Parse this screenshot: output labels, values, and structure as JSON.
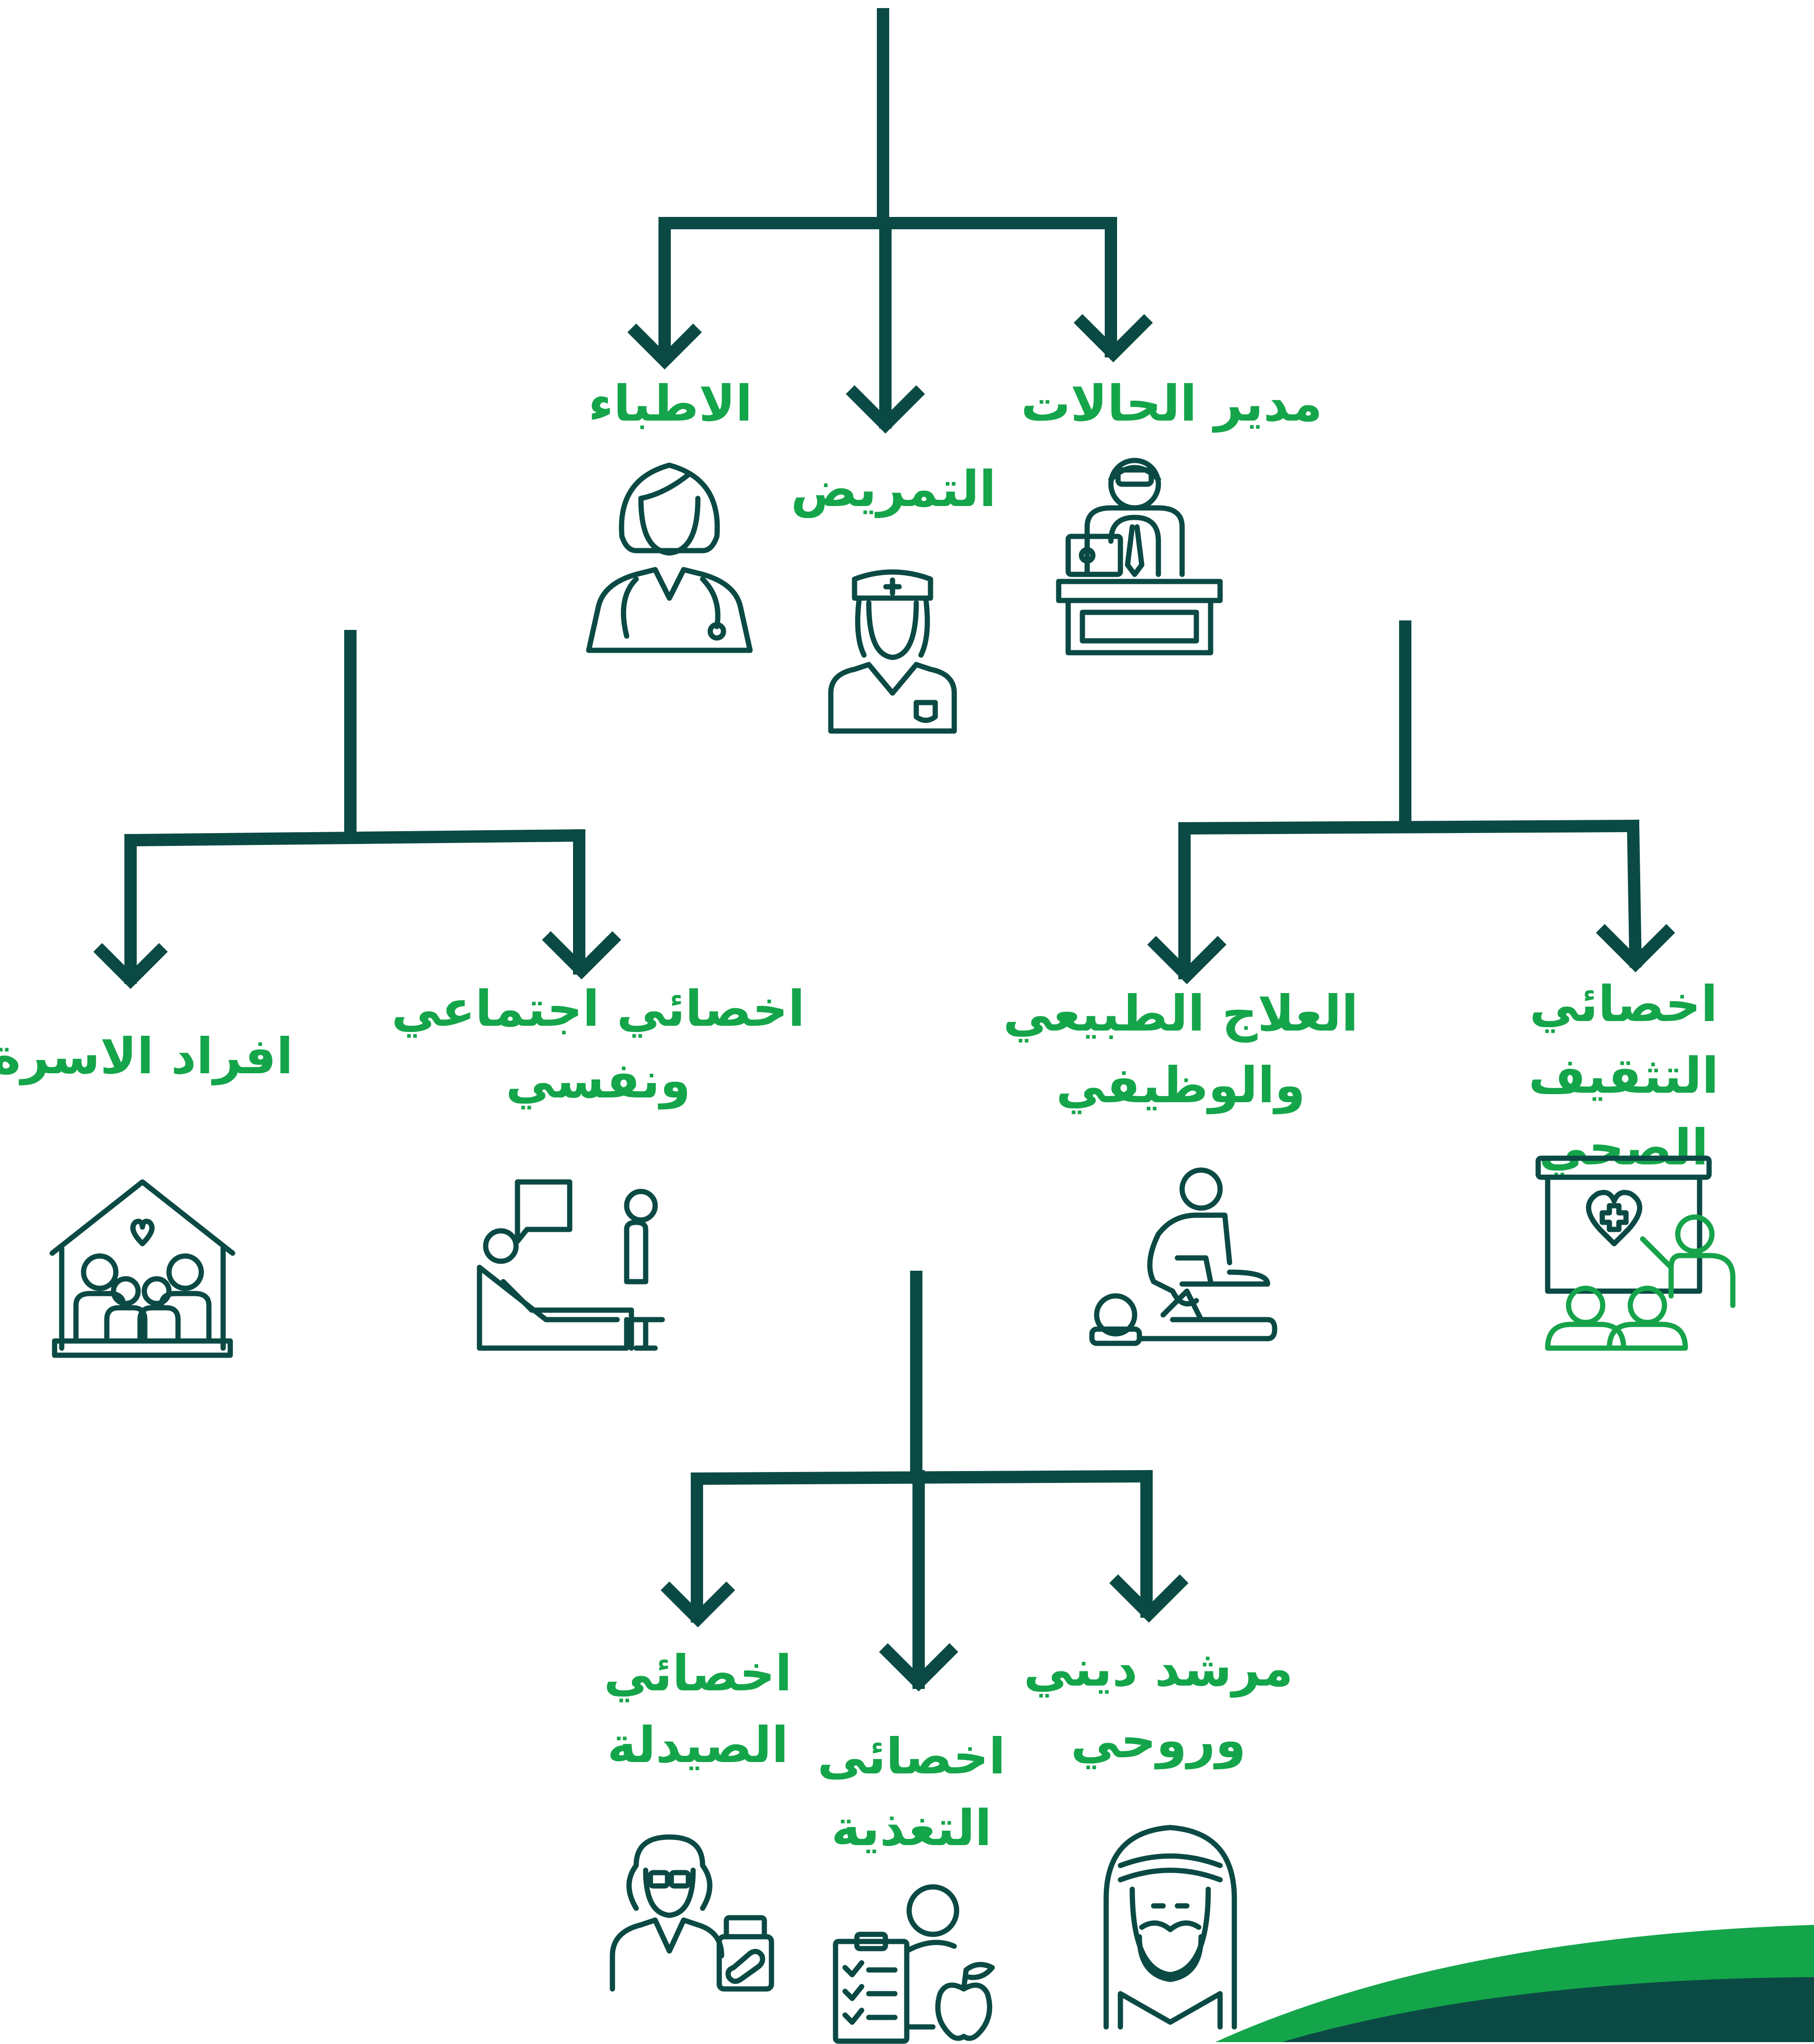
{
  "colors": {
    "connector": "#0b4a44",
    "label": "#14a54a",
    "icon_dark": "#0b4a44",
    "icon_green": "#16a34a",
    "wave_dark": "#0b4a44",
    "wave_green": "#14a54a"
  },
  "roles": {
    "case_manager": {
      "label": "مدير الحالات",
      "icon": "case-manager-icon"
    },
    "nursing": {
      "label": "التمريض",
      "icon": "nurse-icon"
    },
    "doctors": {
      "label": "الاطباء",
      "icon": "doctor-icon"
    },
    "health_educator": {
      "label": "اخصائي التثقيف\nالصحي",
      "icon": "health-education-icon"
    },
    "physiotherapy": {
      "label": "العلاج الطبيعي\nوالوظيفي",
      "icon": "physiotherapy-icon"
    },
    "social_psych": {
      "label": "اخصائي اجتماعي\nونفسي",
      "icon": "counseling-icon"
    },
    "family": {
      "label": "افراد الاسرة",
      "icon": "family-home-icon"
    },
    "religious": {
      "label": "مرشد ديني\nوروحي",
      "icon": "religious-guide-icon"
    },
    "nutrition": {
      "label": "اخصائى\nالتغذية",
      "icon": "nutrition-icon"
    },
    "pharmacy": {
      "label": "اخصائي\nالصيدلة",
      "icon": "pharmacist-icon"
    }
  }
}
